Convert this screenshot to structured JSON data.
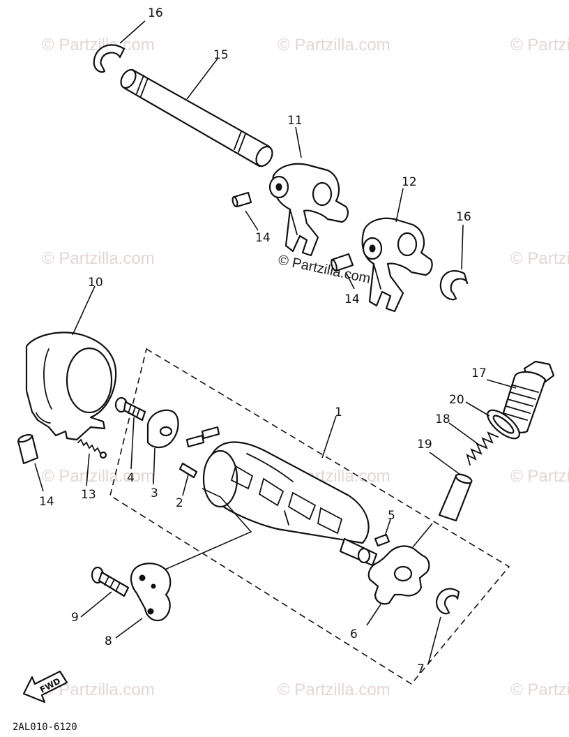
{
  "diagram": {
    "code": "2AL010-6120",
    "fwd_label": "FWD",
    "watermark": "© Partzilla.com",
    "callouts": {
      "c1": "1",
      "c2": "2",
      "c3": "3",
      "c4": "4",
      "c5": "5",
      "c6": "6",
      "c7": "7",
      "c8": "8",
      "c9": "9",
      "c10": "10",
      "c11": "11",
      "c12": "12",
      "c13": "13",
      "c14a": "14",
      "c14b": "14",
      "c14c": "14",
      "c15": "15",
      "c16a": "16",
      "c16b": "16",
      "c17": "17",
      "c18": "18",
      "c19": "19",
      "c20": "20"
    }
  }
}
